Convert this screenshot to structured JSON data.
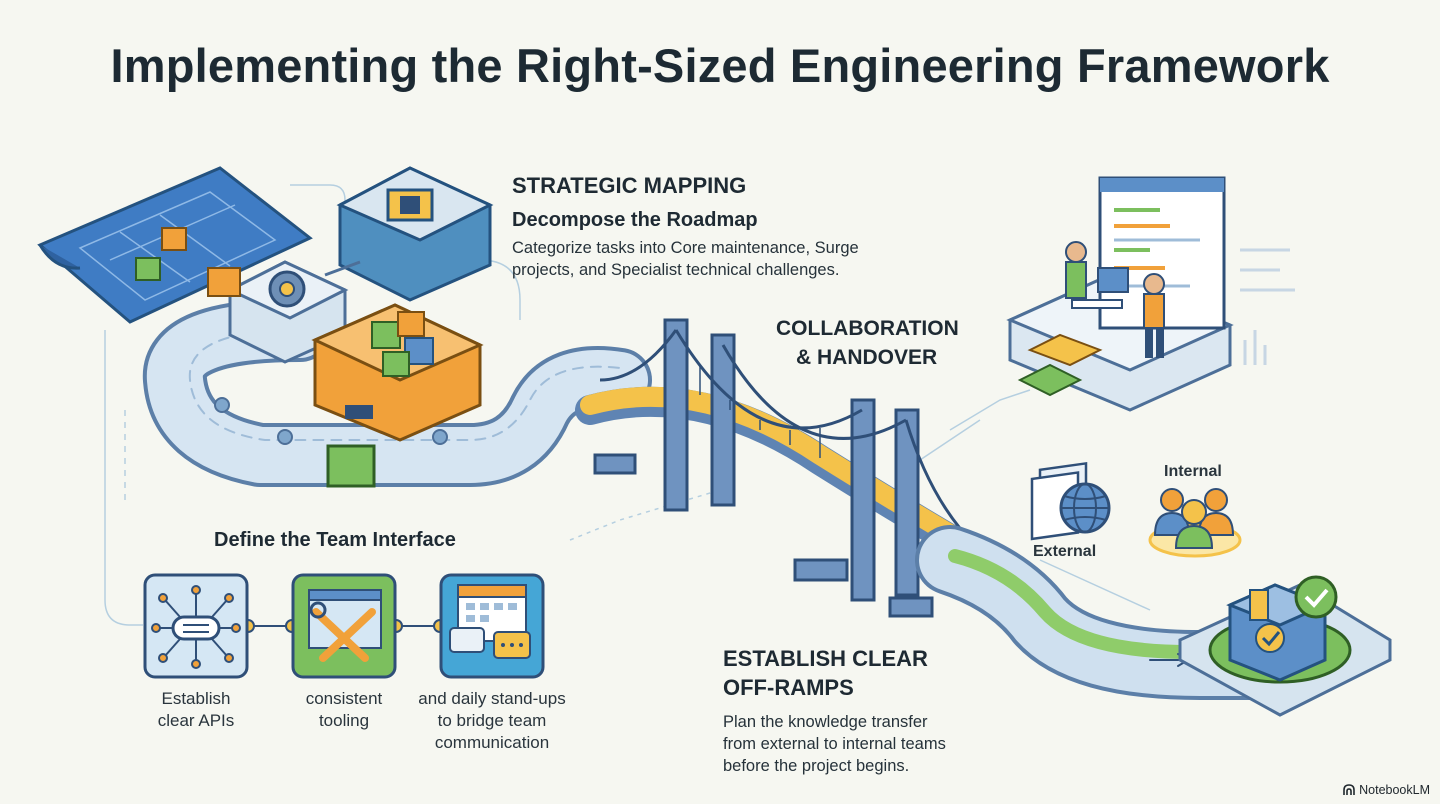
{
  "title": "Implementing the Right-Sized Engineering Framework",
  "strategic": {
    "heading": "STRATEGIC MAPPING",
    "subheading": "Decompose the Roadmap",
    "body_line1": "Categorize tasks into Core maintenance, Surge",
    "body_line2": "projects, and Specialist technical challenges."
  },
  "collab": {
    "line1": "COLLABORATION",
    "line2": "& HANDOVER"
  },
  "interface": {
    "heading": "Define the Team Interface",
    "items": [
      {
        "icon": "cloud-network-icon",
        "line1": "Establish",
        "line2": "clear APIs",
        "line3": ""
      },
      {
        "icon": "wrench-screwdriver-icon",
        "line1": "consistent",
        "line2": "tooling",
        "line3": ""
      },
      {
        "icon": "calendar-chat-icon",
        "line1": "and daily stand-ups",
        "line2": "to bridge team",
        "line3": "communication"
      }
    ]
  },
  "offramps": {
    "heading_line1": "ESTABLISH CLEAR",
    "heading_line2": "OFF-RAMPS",
    "body_line1": "Plan the knowledge transfer",
    "body_line2": "from external to internal teams",
    "body_line3": "before the project begins."
  },
  "labels": {
    "external": "External",
    "internal": "Internal"
  },
  "badge": "NotebookLM",
  "colors": {
    "road": "#c9dcee",
    "road_edge": "#5c7fa8",
    "orange": "#f1a13a",
    "green": "#7cbf5e",
    "blueprint": "#3f7cc4",
    "yellow": "#f4c24a",
    "bridge": "#5f84b3"
  }
}
